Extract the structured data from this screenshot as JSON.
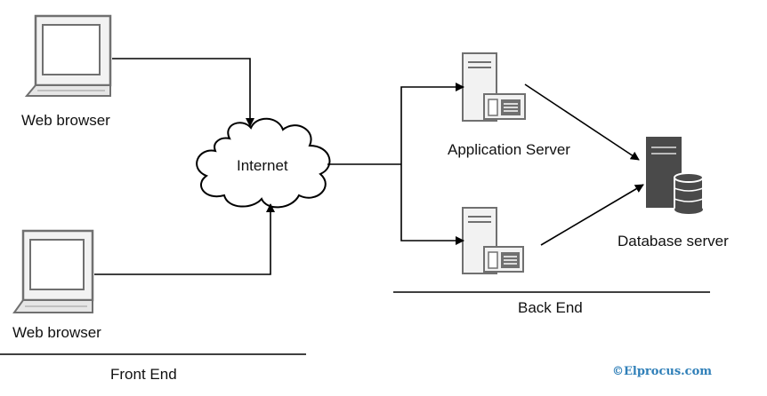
{
  "nodes": {
    "client_top": {
      "label": "Web browser",
      "icon": "desktop-computer-icon"
    },
    "client_bottom": {
      "label": "Web browser",
      "icon": "desktop-computer-icon"
    },
    "internet": {
      "label": "Internet",
      "icon": "cloud-icon"
    },
    "app_server_top": {
      "label": "Application Server",
      "icon": "application-server-icon"
    },
    "app_server_bottom": {
      "label": "",
      "icon": "application-server-icon"
    },
    "database": {
      "label": "Database server",
      "icon": "database-server-icon"
    }
  },
  "sections": {
    "front_end": "Front End",
    "back_end": "Back End"
  },
  "watermark": "©Elprocus.com",
  "colors": {
    "line": "#000000",
    "device_stroke": "#707070",
    "device_fill": "#f2f2f2",
    "server_dark": "#4a4a4a",
    "watermark": "#2f7fb8"
  }
}
